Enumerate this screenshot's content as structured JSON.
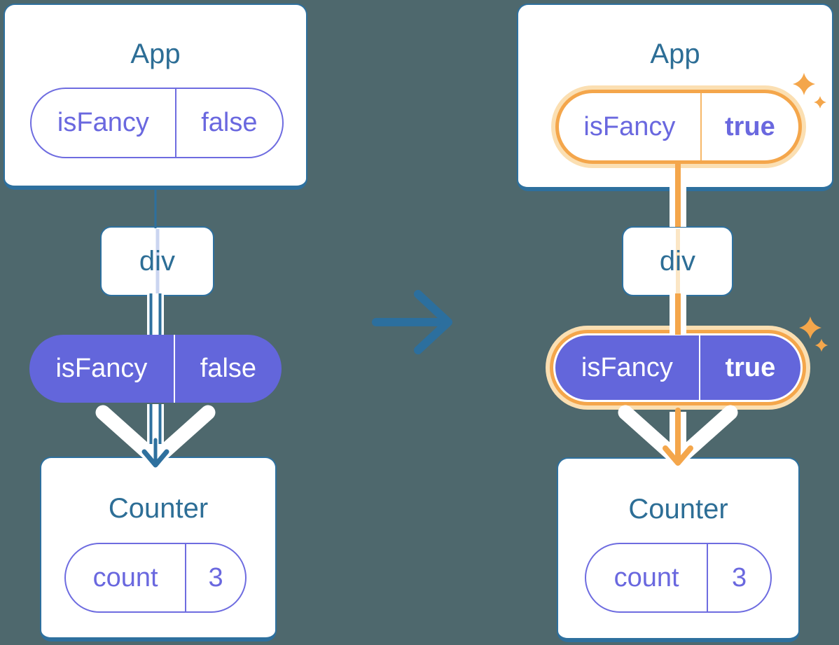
{
  "colors": {
    "background": "#4E686D",
    "box_border": "#2E709E",
    "title_text": "#2D6E96",
    "purple_outline": "#6E6CE0",
    "purple_fill": "#6366DB",
    "purple_text": "#6A68DF",
    "highlight_orange": "#F4A64B",
    "highlight_orange_light": "#FBDFB2",
    "arrow_blue": "#2C6F9E",
    "white": "#FFFFFF"
  },
  "left": {
    "app": {
      "title": "App",
      "prop": {
        "name": "isFancy",
        "value": "false"
      }
    },
    "div_node": {
      "label": "div"
    },
    "passed_prop": {
      "name": "isFancy",
      "value": "false"
    },
    "counter": {
      "title": "Counter",
      "state": {
        "name": "count",
        "value": "3"
      }
    }
  },
  "right": {
    "app": {
      "title": "App",
      "prop": {
        "name": "isFancy",
        "value": "true"
      }
    },
    "div_node": {
      "label": "div"
    },
    "passed_prop": {
      "name": "isFancy",
      "value": "true"
    },
    "counter": {
      "title": "Counter",
      "state": {
        "name": "count",
        "value": "3"
      }
    }
  }
}
